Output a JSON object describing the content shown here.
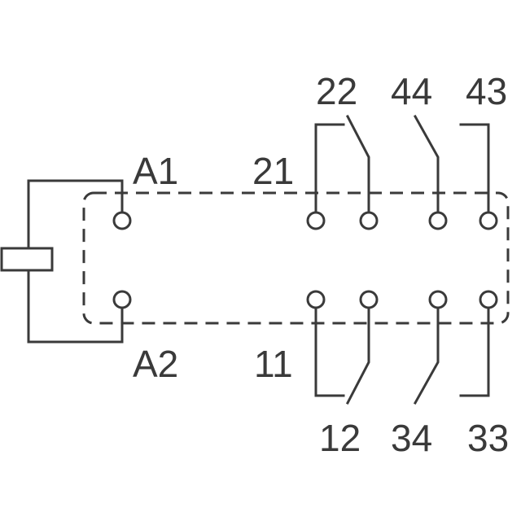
{
  "colors": {
    "stroke": "#3a3a3a",
    "text": "#3a3a3a",
    "background": "#ffffff"
  },
  "labels": {
    "a1": "A1",
    "a2": "A2",
    "c21": "21",
    "c22": "22",
    "c44": "44",
    "c43": "43",
    "c11": "11",
    "c12": "12",
    "c34": "34",
    "c33": "33"
  }
}
